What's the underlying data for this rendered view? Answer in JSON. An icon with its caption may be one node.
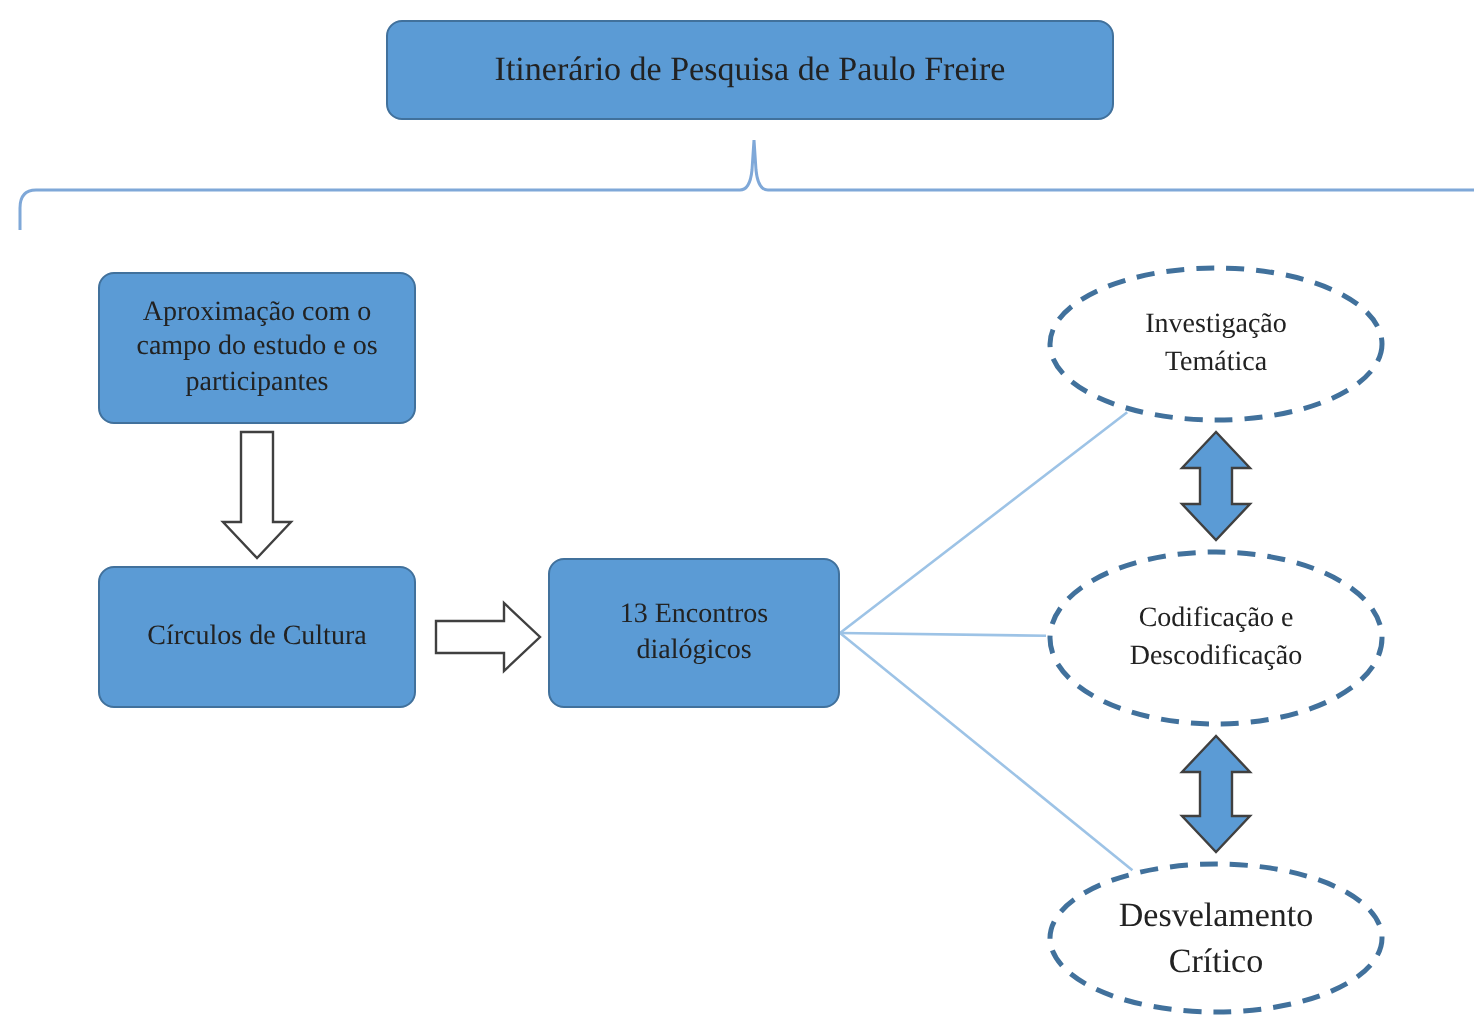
{
  "diagram": {
    "nodes": [
      {
        "text": [
          "Itinerário de Pesquisa de Paulo Freire"
        ]
      },
      {
        "text": [
          "Aproximação com o campo do estudo e os participantes"
        ]
      },
      {
        "text": [
          "Círculos de Cultura"
        ]
      },
      {
        "text": [
          "13 Encontros dialógicos"
        ]
      },
      {
        "text": [
          "Investigação Temática"
        ]
      },
      {
        "text": [
          "Codificação e Descodificação"
        ]
      },
      {
        "text": [
          "Desvelamento Crítico"
        ]
      }
    ],
    "edges": [
      {
        "from": 1,
        "to": 2,
        "arrow": "to",
        "style": "thick"
      },
      {
        "from": 2,
        "to": 3,
        "arrow": "to",
        "style": "thick"
      },
      {
        "from": 3,
        "to": 4,
        "arrow": "none"
      },
      {
        "from": 3,
        "to": 5,
        "arrow": "none"
      },
      {
        "from": 3,
        "to": 6,
        "arrow": "none"
      },
      {
        "from": 4,
        "to": 5,
        "arrow": "both",
        "style": "thick",
        "color": "#5b9bd5"
      },
      {
        "from": 5,
        "to": 6,
        "arrow": "both",
        "style": "thick",
        "color": "#5b9bd5"
      }
    ]
  }
}
